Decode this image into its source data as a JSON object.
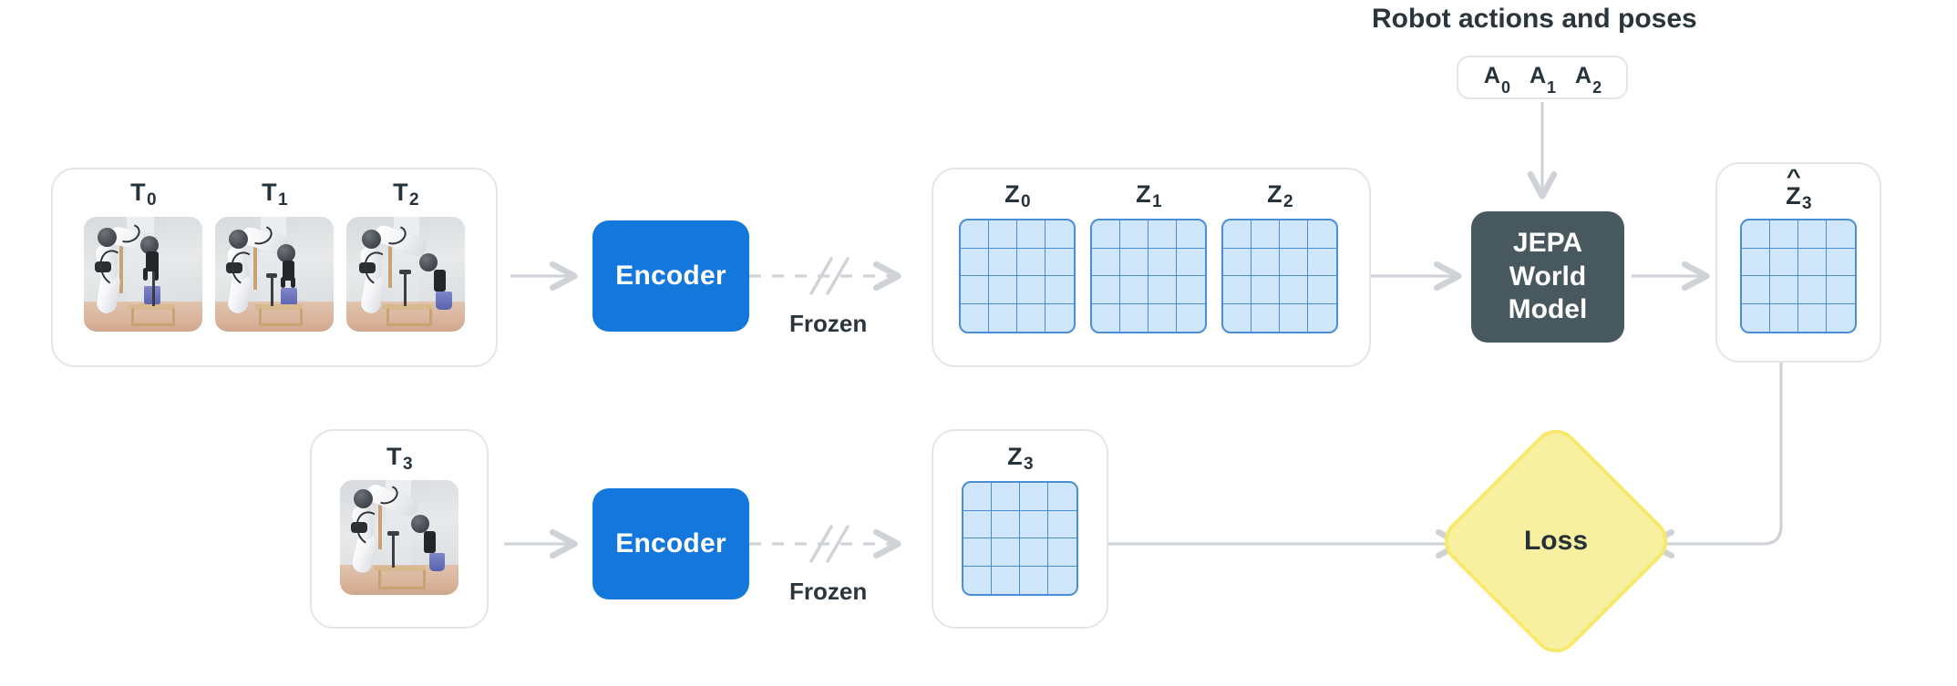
{
  "diagram": {
    "title": "Robot actions and poses",
    "top_row": {
      "frames_panel": {
        "frames": [
          {
            "label": "T",
            "sub": "0",
            "name": "robot-frame-t0"
          },
          {
            "label": "T",
            "sub": "1",
            "name": "robot-frame-t1"
          },
          {
            "label": "T",
            "sub": "2",
            "name": "robot-frame-t2"
          }
        ]
      },
      "encoder_label": "Encoder",
      "frozen_label": "Frozen",
      "latents_panel": {
        "grids": [
          {
            "label": "Z",
            "sub": "0"
          },
          {
            "label": "Z",
            "sub": "1"
          },
          {
            "label": "Z",
            "sub": "2"
          }
        ]
      },
      "world_model": {
        "line1": "JEPA",
        "line2": "World",
        "line3": "Model"
      },
      "prediction_panel": {
        "grid": {
          "label": "Z",
          "sub": "3",
          "hat": true
        }
      }
    },
    "actions": {
      "items": [
        {
          "label": "A",
          "sub": "0"
        },
        {
          "label": "A",
          "sub": "1"
        },
        {
          "label": "A",
          "sub": "2"
        }
      ]
    },
    "bottom_row": {
      "frames_panel": {
        "frames": [
          {
            "label": "T",
            "sub": "3",
            "name": "robot-frame-t3"
          }
        ]
      },
      "encoder_label": "Encoder",
      "frozen_label": "Frozen",
      "latents_panel": {
        "grids": [
          {
            "label": "Z",
            "sub": "3"
          }
        ]
      }
    },
    "loss": {
      "label": "Loss"
    },
    "colors": {
      "encoder": "#1477dc",
      "world_model": "#47585f",
      "loss_fill": "#f8f0a1",
      "loss_border": "#f6e96c",
      "latent_fill": "#cfe6fb",
      "latent_stroke": "#4a8fd6",
      "panel_border": "#e3e5e8",
      "arrow": "#cfd3d8",
      "text": "#26323a",
      "background": "#ffffff"
    }
  }
}
